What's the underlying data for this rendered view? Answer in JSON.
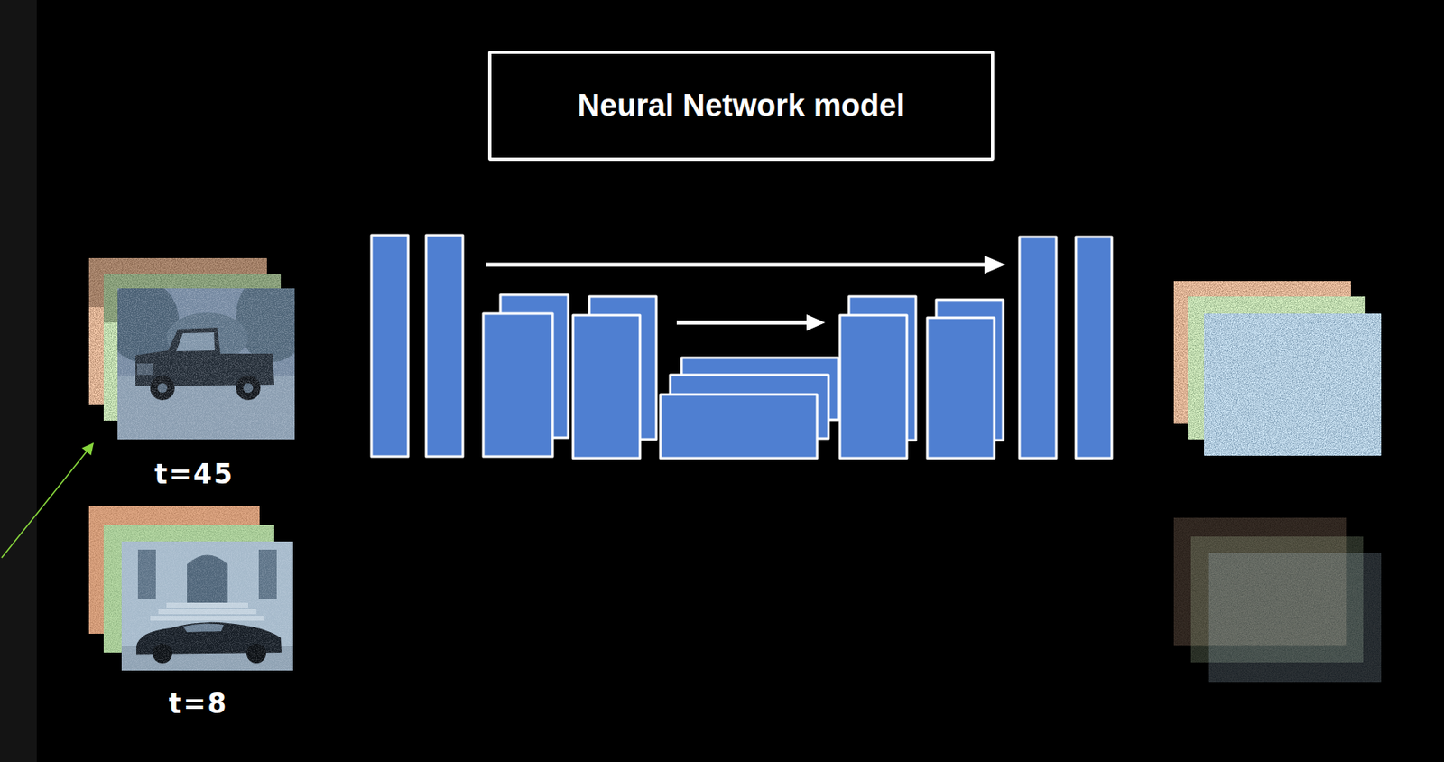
{
  "diagram": {
    "nodes": [
      {
        "text": [
          "Neural Network model"
        ]
      }
    ],
    "labels": [
      "t=45",
      "t=8"
    ]
  }
}
